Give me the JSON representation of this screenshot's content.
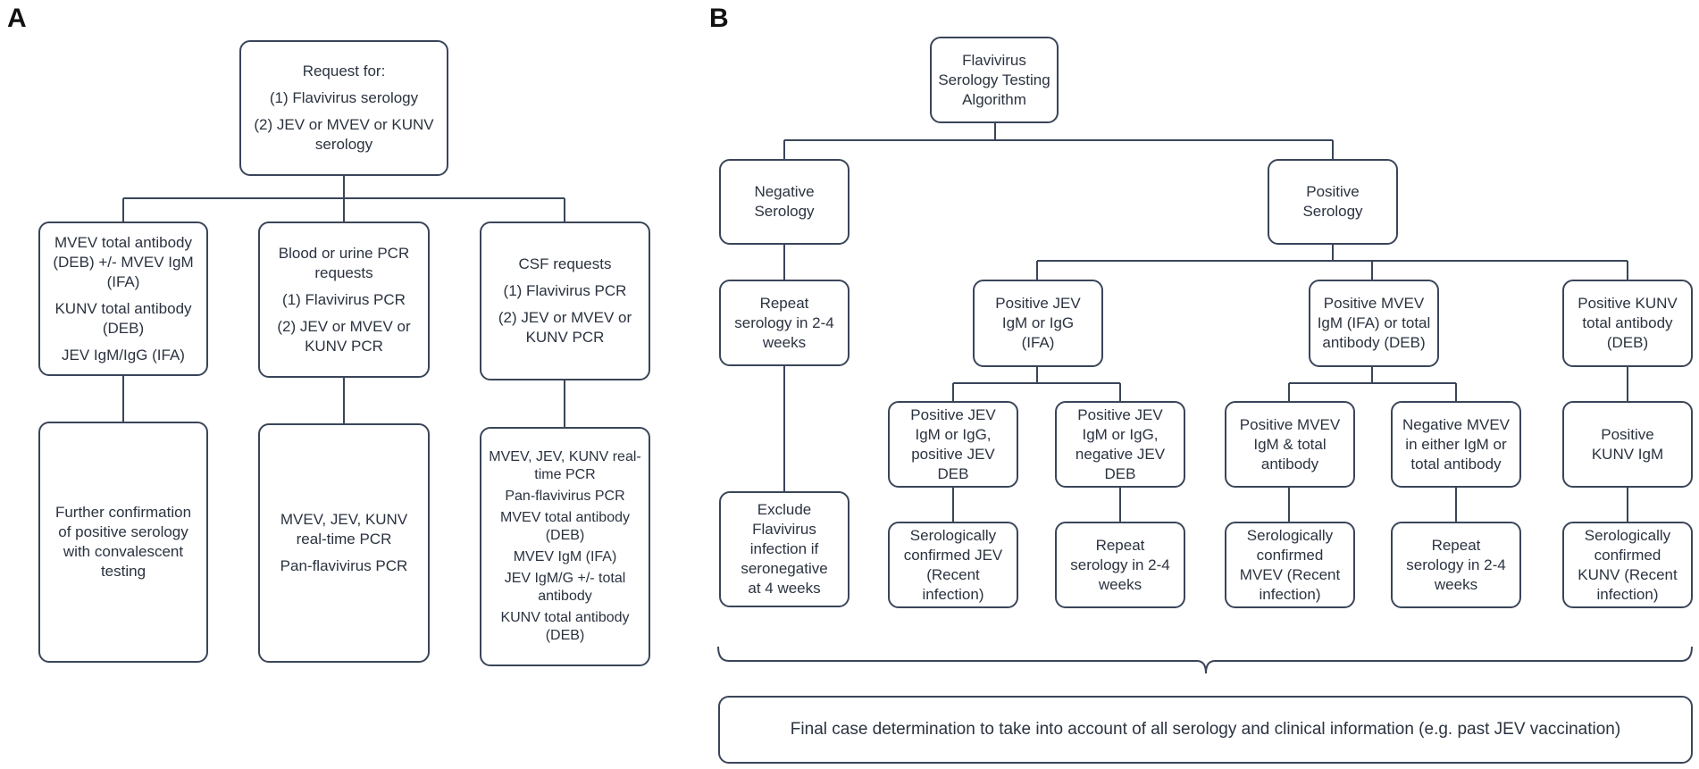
{
  "panel_a": {
    "letter": "A",
    "request_box": {
      "lines": [
        "Request for:",
        "(1) Flavivirus serology",
        "(2) JEV or MVEV or KUNV serology"
      ]
    },
    "serology_box": {
      "lines": [
        "MVEV total antibody (DEB) +/- MVEV IgM (IFA)",
        "KUNV total antibody (DEB)",
        "JEV IgM/IgG (IFA)"
      ]
    },
    "blood_box": {
      "lines": [
        "Blood or urine PCR requests",
        "(1) Flavivirus PCR",
        "(2) JEV or MVEV or KUNV PCR"
      ]
    },
    "csf_box": {
      "lines": [
        "CSF requests",
        "(1) Flavivirus PCR",
        "(2) JEV or MVEV or KUNV PCR"
      ]
    },
    "further_box": {
      "lines": [
        "Further confirmation of positive serology with convalescent testing"
      ]
    },
    "blood_pcr_box": {
      "lines": [
        "MVEV, JEV, KUNV real-time PCR",
        "Pan-flavivirus PCR"
      ]
    },
    "csf_tests_box": {
      "lines": [
        "MVEV, JEV, KUNV real-time PCR",
        "Pan-flavivirus PCR",
        "MVEV total antibody (DEB)",
        "MVEV IgM (IFA)",
        "JEV IgM/G +/- total antibody",
        "KUNV total antibody (DEB)"
      ]
    }
  },
  "panel_b": {
    "letter": "B",
    "root": "Flavivirus Serology Testing Algorithm",
    "negative": "Negative Serology",
    "positive": "Positive Serology",
    "repeat_neg": "Repeat serology in 2-4 weeks",
    "exclude": "Exclude Flavivirus infection if seronegative at 4 weeks",
    "pos_jev": "Positive JEV IgM or IgG (IFA)",
    "pos_mvev": "Positive MVEV IgM (IFA) or total antibody (DEB)",
    "pos_kunv": "Positive KUNV total antibody (DEB)",
    "jev_pos_deb": "Positive JEV IgM or IgG, positive JEV DEB",
    "jev_neg_deb": "Positive JEV IgM or IgG, negative JEV DEB",
    "mvev_both": "Positive MVEV IgM & total antibody",
    "mvev_neg": "Negative MVEV in either IgM or total antibody",
    "kunv_igm": "Positive KUNV IgM",
    "confirmed_jev": "Serologically confirmed JEV (Recent infection)",
    "repeat_jev": "Repeat serology in 2-4 weeks",
    "confirmed_mvev": "Serologically confirmed MVEV (Recent infection)",
    "repeat_mvev": "Repeat serology in 2-4 weeks",
    "confirmed_kunv": "Serologically confirmed KUNV (Recent infection)",
    "final": "Final case determination to take into account of all serology and clinical information (e.g. past JEV vaccination)"
  },
  "colors": {
    "line": "#3a4559",
    "text": "#2b3340"
  }
}
